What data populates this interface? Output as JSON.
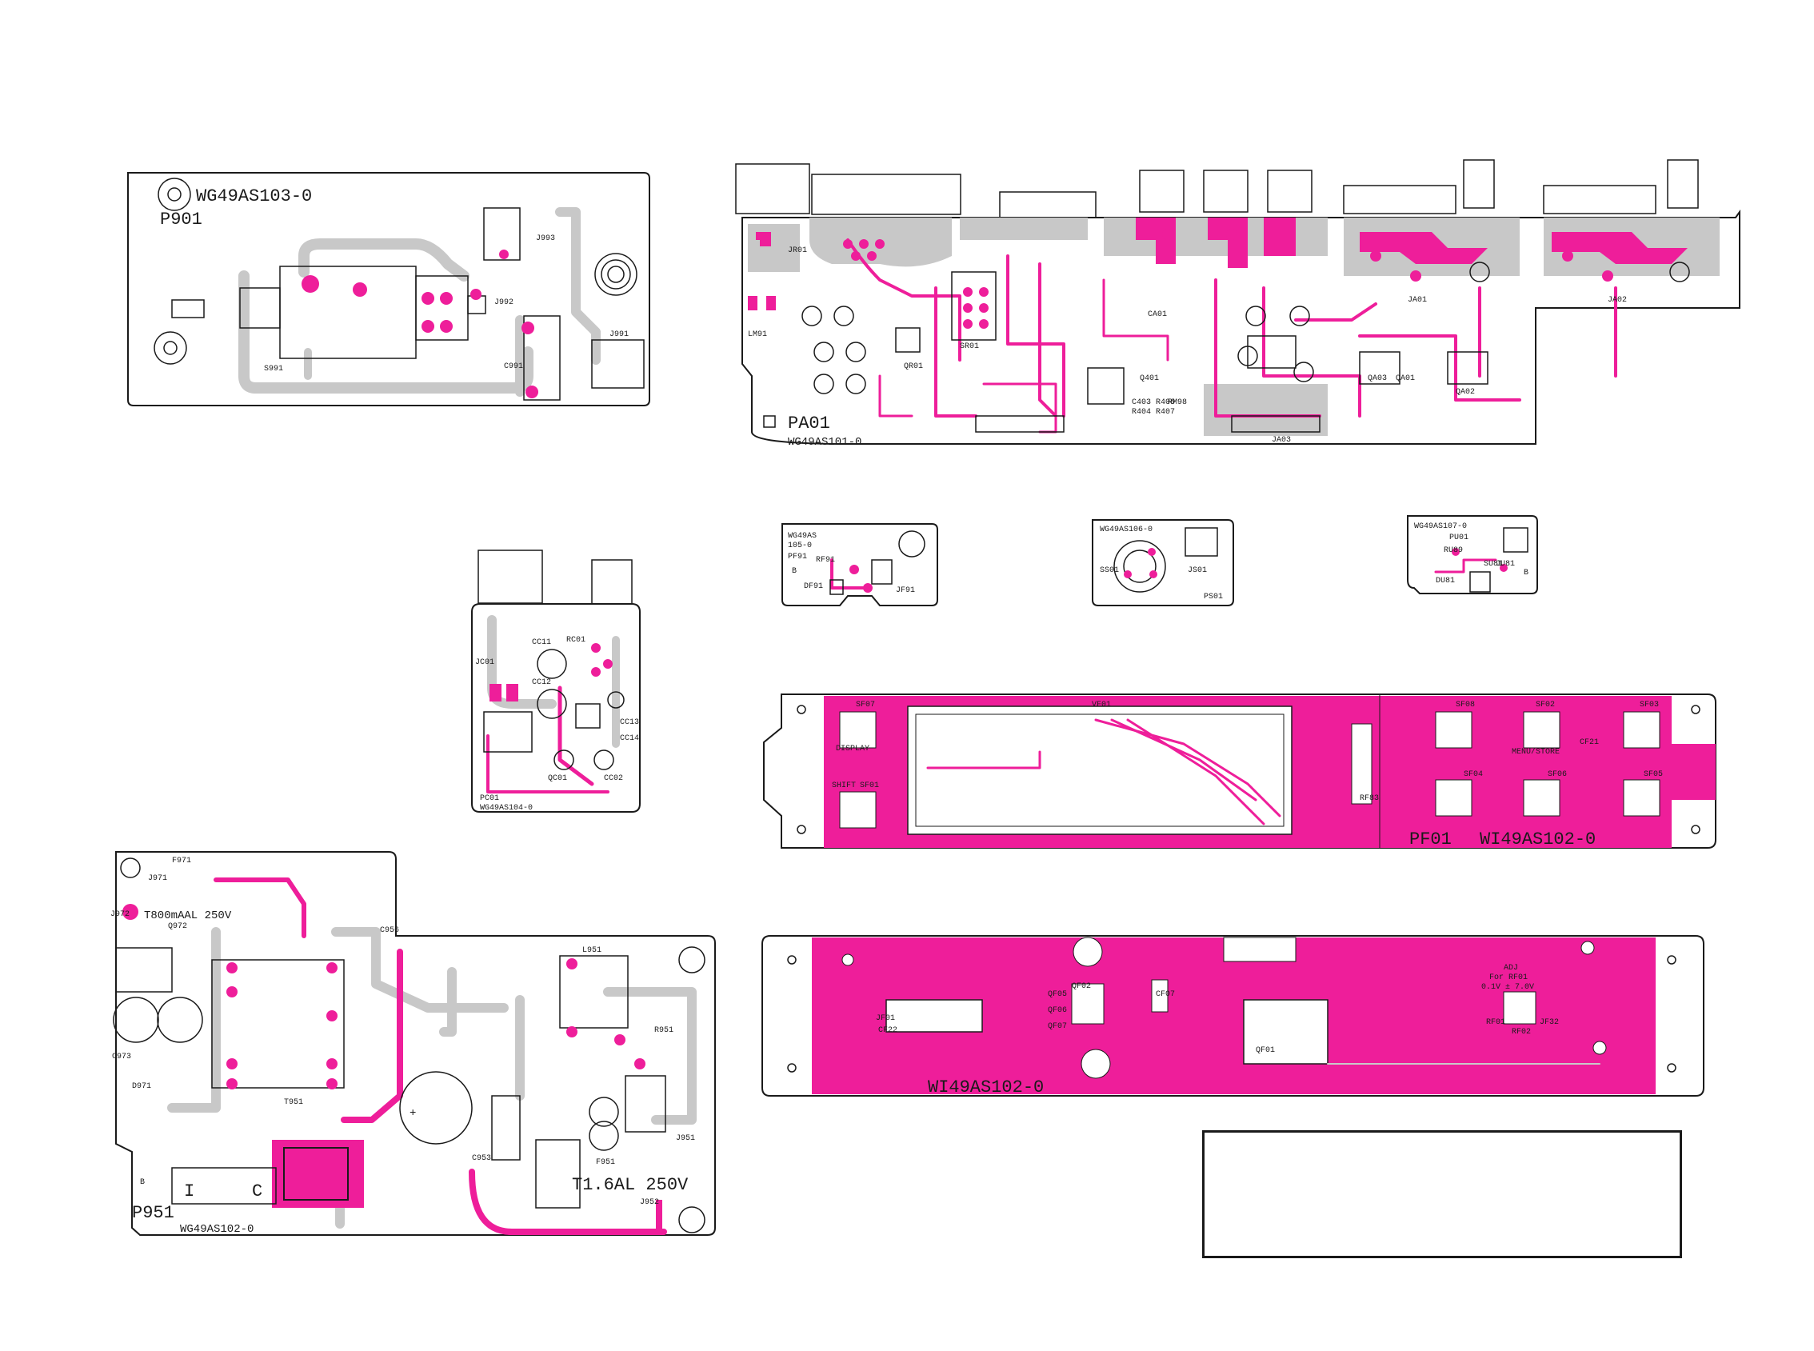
{
  "colors": {
    "copper": "#ee1e9a",
    "ground_trace": "#c8c8c8",
    "outline": "#1a1a1a"
  },
  "boards": {
    "p901": {
      "part": "WG49AS103-0",
      "name": "P901",
      "refs": [
        "J993",
        "J992",
        "J991",
        "S991",
        "C991"
      ]
    },
    "pa01": {
      "name": "PA01",
      "part": "WG49AS101-0",
      "refs": [
        "JR01",
        "JA01",
        "JA02",
        "JA03",
        "QR01",
        "QA01",
        "QA02",
        "QA03",
        "Q401",
        "SR01",
        "RM98",
        "CA01",
        "C403",
        "R406",
        "R404",
        "R407",
        "LM91"
      ]
    },
    "pc01": {
      "name": "PC01",
      "part": "WG49AS104-0",
      "refs": [
        "JC01",
        "RC01",
        "CC11",
        "CC12",
        "CC13",
        "CC14",
        "CC02",
        "QC01"
      ]
    },
    "pf91": {
      "part_line1": "WG49AS",
      "part_line2": "105-0",
      "name": "PF91",
      "refs": [
        "RF91",
        "JF91",
        "DF91",
        "B"
      ]
    },
    "ps01": {
      "part": "WG49AS106-0",
      "name": "PS01",
      "refs": [
        "SS01",
        "JS01"
      ]
    },
    "pu01": {
      "part": "WG49AS107-0",
      "name": "PU01",
      "refs": [
        "RU89",
        "JU81",
        "SU81",
        "DU81",
        "B"
      ]
    },
    "pf01": {
      "name": "PF01",
      "part": "WI49AS102-0",
      "refs": [
        "SF07",
        "VF01",
        "SF08",
        "SF02",
        "SF03",
        "SF01",
        "SF04",
        "SF06",
        "SF05",
        "CF21",
        "RF83"
      ],
      "buttons": {
        "display": "DISPLAY",
        "shift": "SHIFT",
        "menu_store": "MENU/STORE"
      }
    },
    "pf01_rear": {
      "part": "WI49AS102-0",
      "refs": [
        "QF01",
        "QF02",
        "QF05",
        "QF06",
        "QF07",
        "CF07",
        "JF32",
        "RF01",
        "RF02",
        "CF22",
        "JF01"
      ],
      "adj_line1": "ADJ",
      "adj_line2": "For RF01",
      "adj_line3": "0.1V ± 7.0V"
    },
    "p951": {
      "name": "P951",
      "part": "WG49AS102-0",
      "fuse1": "T800mAAL 250V",
      "fuse2": "T1.6AL 250V",
      "refs": [
        "F971",
        "F951",
        "T951",
        "L951",
        "J971",
        "J972",
        "J951",
        "J952",
        "Q972",
        "C973",
        "D971",
        "R951",
        "C953",
        "C956"
      ],
      "marks": [
        "I",
        "C",
        "B",
        "+"
      ]
    }
  }
}
